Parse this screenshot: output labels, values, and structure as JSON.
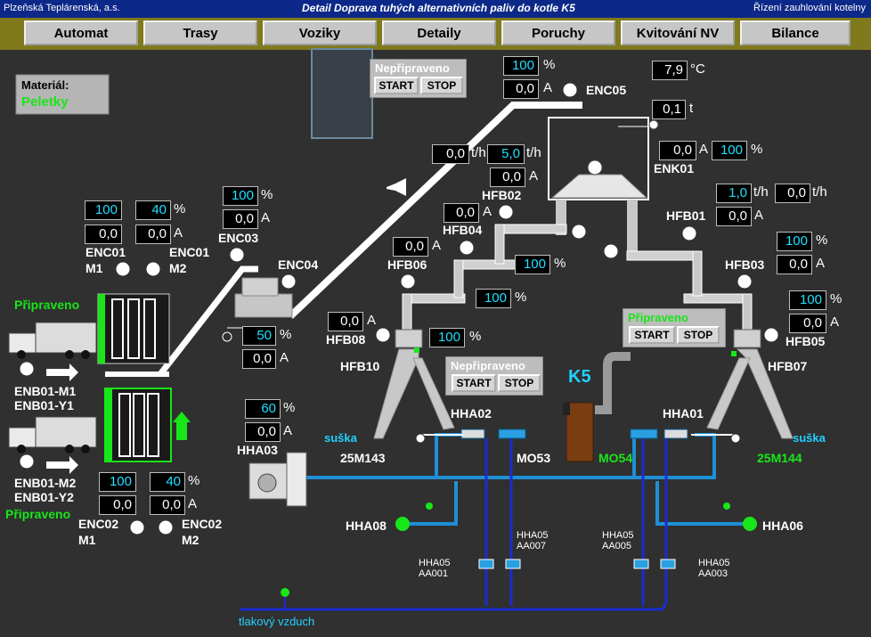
{
  "title": {
    "left": "Plzeňská Teplárenská, a.s.",
    "center": "Detail Doprava tuhých alternativních paliv do kotle K5",
    "right": "Řízení zauhlování kotelny"
  },
  "nav": [
    "Automat",
    "Trasy",
    "Voziky",
    "Detaily",
    "Poruchy",
    "Kvitování NV",
    "Bilance"
  ],
  "material": {
    "label": "Materiál:",
    "value": "Peletky"
  },
  "status": {
    "ready": "Připraveno",
    "not_ready": "Nepřipraveno"
  },
  "buttons": {
    "start": "START",
    "stop": "STOP"
  },
  "units": {
    "pct": "%",
    "amp": "A",
    "tph": "t/h",
    "t": "t",
    "degc": "°C"
  },
  "values": {
    "enc05_pct": "100",
    "enc05_a": "0,0",
    "temp": "7,9",
    "weight": "0,1",
    "flow1": "0,0",
    "flow2": "5,0",
    "hfb02_a": "0,0",
    "enk01_a": "0,0",
    "enk01_pct": "100",
    "hfb01_flow1": "1,0",
    "hfb01_flow2": "0,0",
    "hfb01_a": "0,0",
    "hfb04_a": "0,0",
    "hfb06_a": "0,0",
    "enc01_m1_pct": "100",
    "enc01_m2_pct": "40",
    "enc01_m1_a": "0,0",
    "enc01_m2_a": "0,0",
    "enc03_pct": "100",
    "enc03_a": "0,0",
    "hfb04_pct": "100",
    "hfb06_pct": "100",
    "hfb03_pct": "100",
    "hfb03_a": "0,0",
    "hfb05_pct": "100",
    "hfb05_a": "0,0",
    "hfb08_a": "0,0",
    "hfb08_pct": "100",
    "enc04_pct": "50",
    "enc04_a": "0,0",
    "hha03_pct": "60",
    "hha03_a": "0,0",
    "enc02_m1_pct": "100",
    "enc02_m2_pct": "40",
    "enc02_m1_a": "0,0",
    "enc02_m2_a": "0,0"
  },
  "labels": {
    "enc05": "ENC05",
    "enk01": "ENK01",
    "hfb02": "HFB02",
    "hfb01": "HFB01",
    "hfb04": "HFB04",
    "hfb06": "HFB06",
    "hfb03": "HFB03",
    "hfb05": "HFB05",
    "hfb07": "HFB07",
    "hfb08": "HFB08",
    "hfb10": "HFB10",
    "enc01": "ENC01",
    "m1": "M1",
    "m2": "M2",
    "enc03": "ENC03",
    "enc04": "ENC04",
    "enb01_m1": "ENB01-M1",
    "enb01_y1": "ENB01-Y1",
    "enb01_m2": "ENB01-M2",
    "enb01_y2": "ENB01-Y2",
    "enc02": "ENC02",
    "hha02": "HHA02",
    "hha01": "HHA01",
    "hha03": "HHA03",
    "k5": "K5",
    "mo53": "MO53",
    "mo54": "MO54",
    "suska": "suška",
    "m143": "25M143",
    "m144": "25M144",
    "hha08": "HHA08",
    "hha06": "HHA06",
    "hha05_aa007": [
      "HHA05",
      "AA007"
    ],
    "hha05_aa005": [
      "HHA05",
      "AA005"
    ],
    "hha05_aa001": [
      "HHA05",
      "AA001"
    ],
    "hha05_aa003": [
      "HHA05",
      "AA003"
    ],
    "air": "tlakový vzduch"
  },
  "colors": {
    "title_bg": "#0c2888",
    "nav_bg": "#807a1c",
    "bg": "#303030",
    "ready": "#19e619",
    "pipe": "#1e8fd6",
    "dark_pipe": "#1a2bd0",
    "boiler": "#7a3d12"
  }
}
